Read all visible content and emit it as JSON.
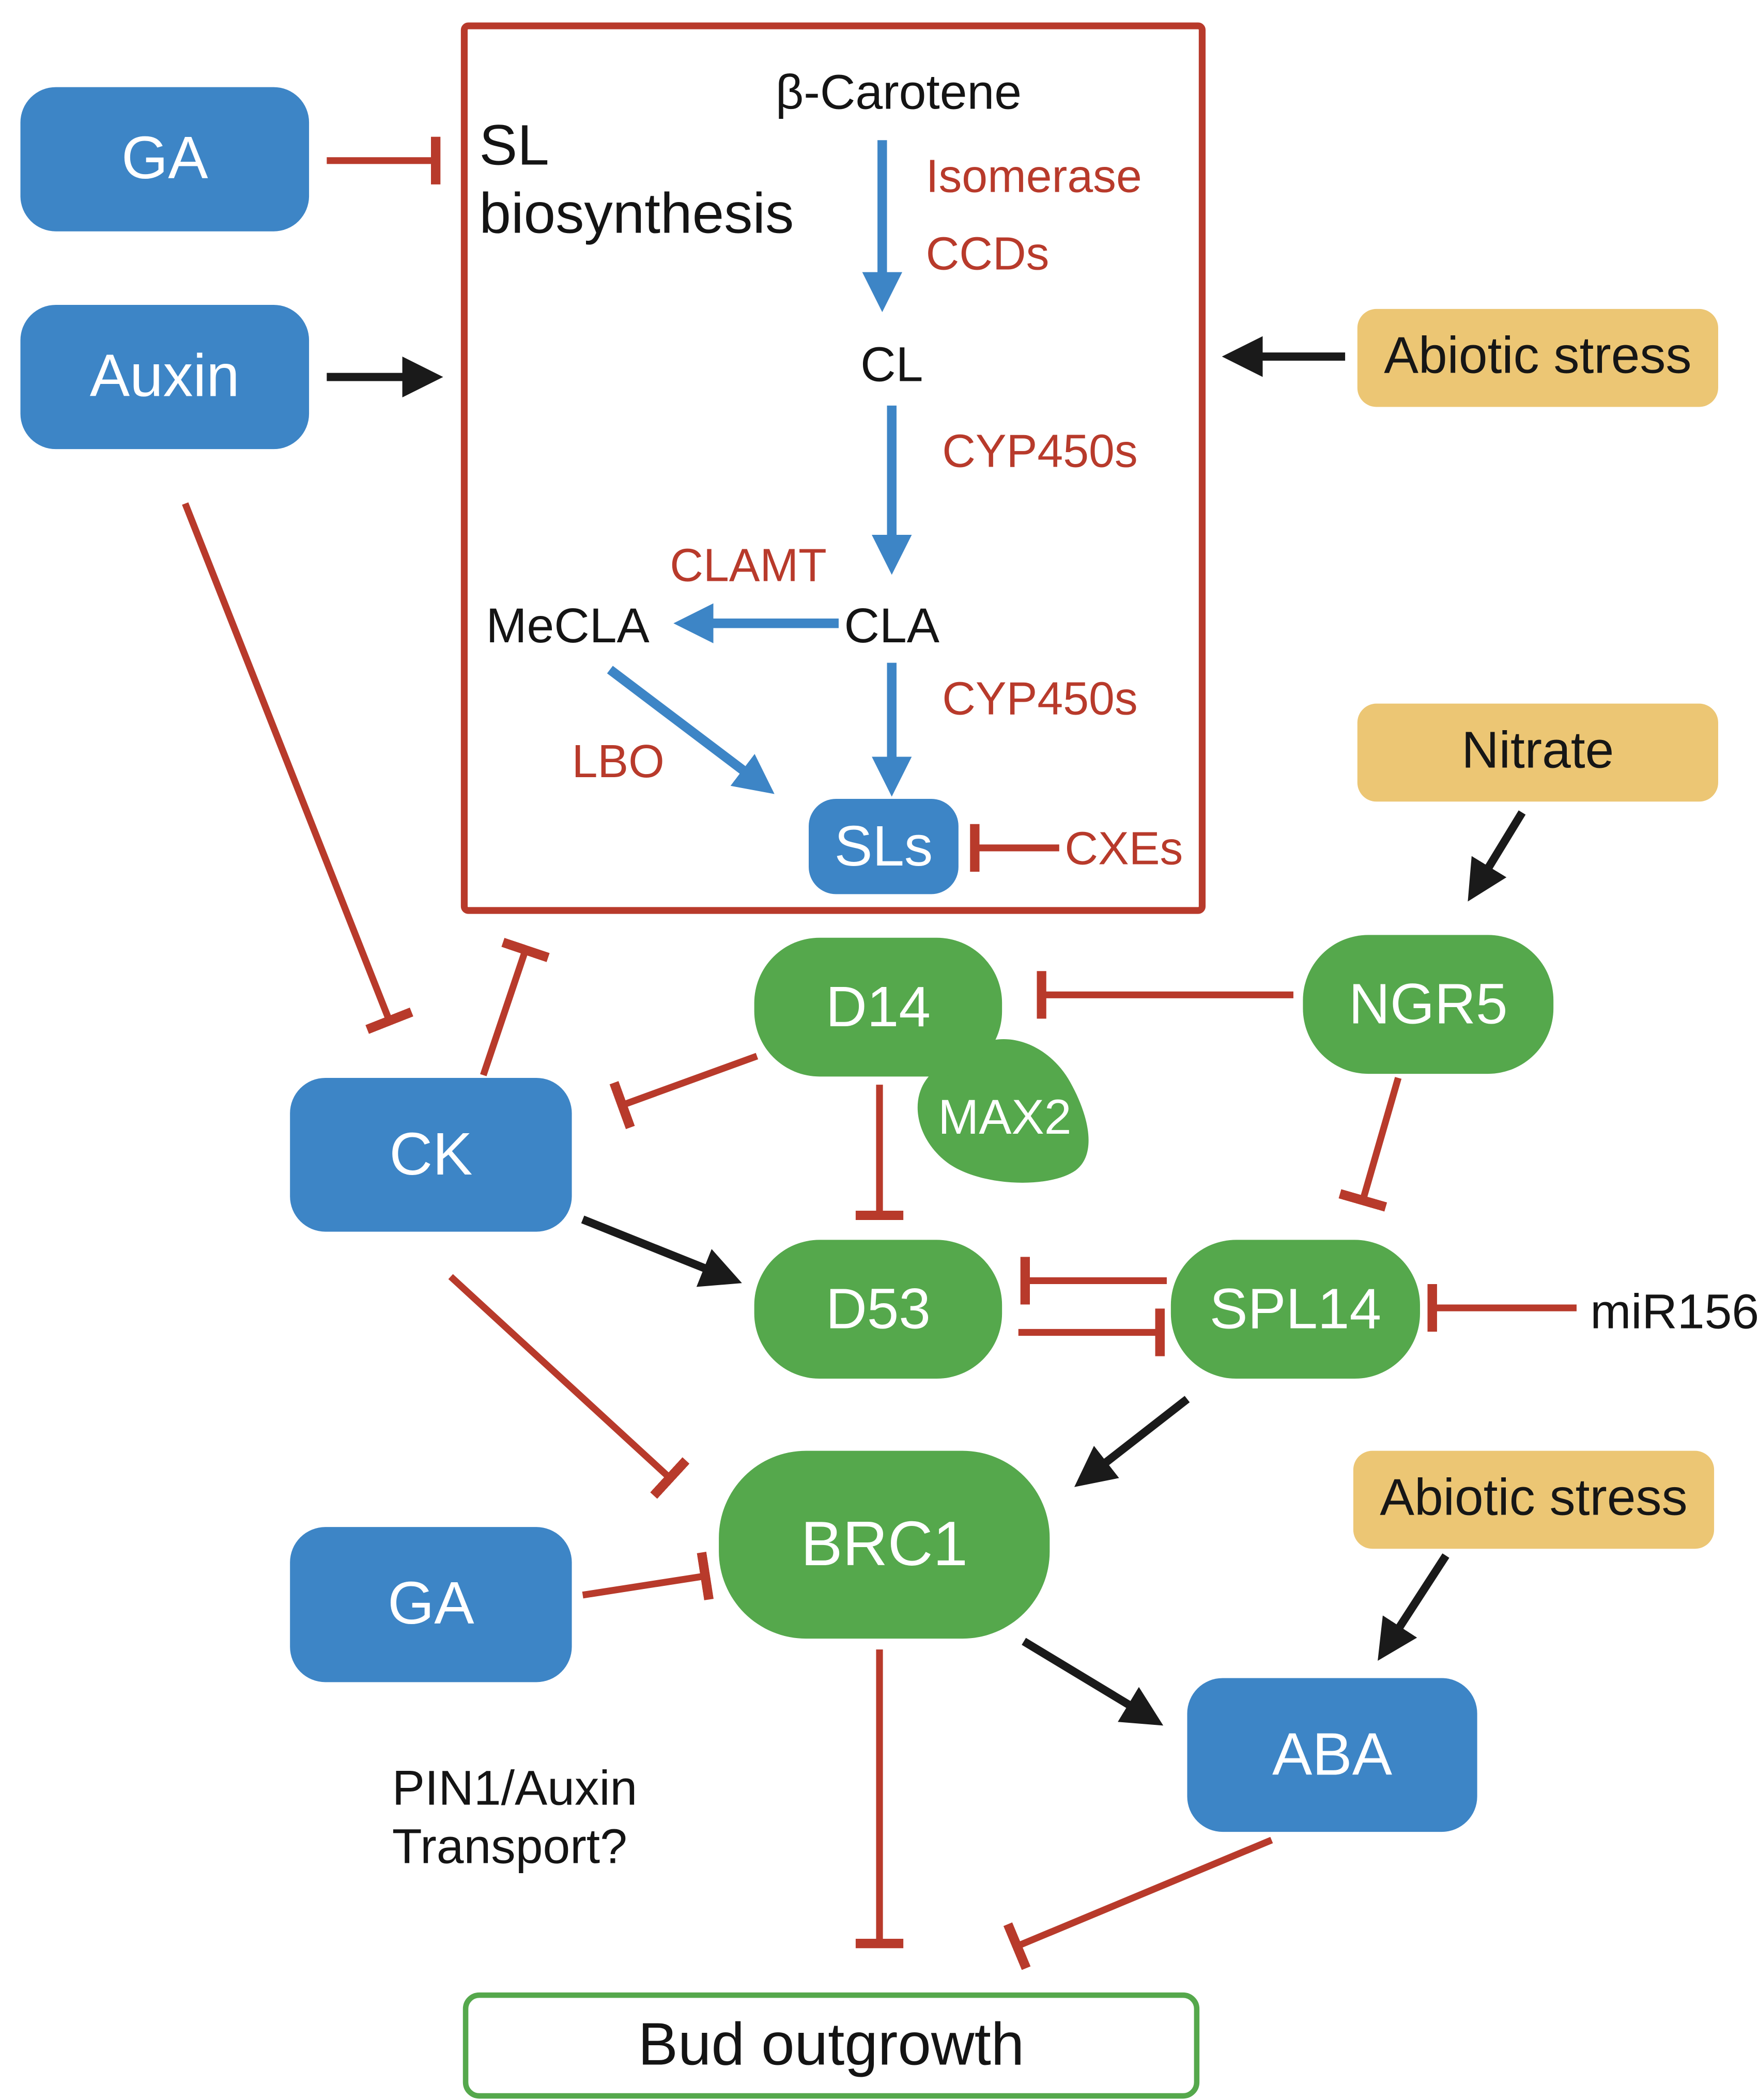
{
  "title": "Regulation of strigolactone biosynthesis, signaling and bud outgrowth",
  "colors": {
    "blue_node": "#3d85c6",
    "green_node": "#55a84c",
    "yellow_node": "#ecc674",
    "red": "#b83a2b",
    "black_line": "#1a1a1a",
    "white_text": "#ffffff"
  },
  "nodes": {
    "ga_top": {
      "label": "GA"
    },
    "auxin": {
      "label": "Auxin"
    },
    "sl_biosynthesis": {
      "label": "SL biosynthesis"
    },
    "beta_carotene": {
      "label": "β-Carotene"
    },
    "isomerase": {
      "label": "Isomerase"
    },
    "ccds": {
      "label": "CCDs"
    },
    "cl": {
      "label": "CL"
    },
    "cyp450s_1": {
      "label": "CYP450s"
    },
    "clamt": {
      "label": "CLAMT"
    },
    "cla": {
      "label": "CLA"
    },
    "mecla": {
      "label": "MeCLA"
    },
    "cyp450s_2": {
      "label": "CYP450s"
    },
    "lbo": {
      "label": "LBO"
    },
    "sls": {
      "label": "SLs"
    },
    "cxes": {
      "label": "CXEs"
    },
    "abiotic_stress_top": {
      "label": "Abiotic stress"
    },
    "nitrate": {
      "label": "Nitrate"
    },
    "ngr5": {
      "label": "NGR5"
    },
    "d14": {
      "label": "D14"
    },
    "max2": {
      "label": "MAX2"
    },
    "ck": {
      "label": "CK"
    },
    "d53": {
      "label": "D53"
    },
    "spl14": {
      "label": "SPL14"
    },
    "mir156": {
      "label": "miR156"
    },
    "brc1": {
      "label": "BRC1"
    },
    "ga_bottom": {
      "label": "GA"
    },
    "abiotic_stress_bottom": {
      "label": "Abiotic stress"
    },
    "aba": {
      "label": "ABA"
    },
    "pin1_text": {
      "label": "PIN1/Auxin Transport?"
    },
    "bud_outgrowth": {
      "label": "Bud outgrowth"
    }
  },
  "edges": [
    {
      "from": "GA",
      "to": "SL biosynthesis",
      "effect": "inhibits"
    },
    {
      "from": "Auxin",
      "to": "SL biosynthesis",
      "effect": "promotes"
    },
    {
      "from": "Abiotic stress",
      "to": "SL biosynthesis",
      "effect": "promotes"
    },
    {
      "from": "β-Carotene",
      "to": "CL",
      "via": "Isomerase, CCDs",
      "effect": "conversion"
    },
    {
      "from": "CL",
      "to": "CLA",
      "via": "CYP450s",
      "effect": "conversion"
    },
    {
      "from": "CLA",
      "to": "MeCLA",
      "via": "CLAMT",
      "effect": "conversion"
    },
    {
      "from": "CLA",
      "to": "SLs",
      "via": "CYP450s",
      "effect": "conversion"
    },
    {
      "from": "MeCLA",
      "to": "SLs",
      "via": "LBO",
      "effect": "conversion"
    },
    {
      "from": "CXEs",
      "to": "SLs",
      "effect": "inhibits"
    },
    {
      "from": "Nitrate",
      "to": "NGR5",
      "effect": "promotes"
    },
    {
      "from": "NGR5",
      "to": "D14",
      "effect": "inhibits"
    },
    {
      "from": "NGR5",
      "to": "SPL14",
      "effect": "inhibits"
    },
    {
      "from": "D14",
      "to": "CK",
      "effect": "inhibits"
    },
    {
      "from": "CK",
      "to": "SL biosynthesis",
      "effect": "inhibits"
    },
    {
      "from": "Auxin",
      "to": "CK",
      "effect": "inhibits"
    },
    {
      "from": "D14",
      "to": "D53",
      "effect": "inhibits"
    },
    {
      "from": "CK",
      "to": "D53",
      "effect": "promotes"
    },
    {
      "from": "SPL14",
      "to": "D53",
      "effect": "inhibits"
    },
    {
      "from": "D53",
      "to": "SPL14",
      "effect": "inhibits"
    },
    {
      "from": "miR156",
      "to": "SPL14",
      "effect": "inhibits"
    },
    {
      "from": "SPL14",
      "to": "BRC1",
      "effect": "promotes"
    },
    {
      "from": "CK",
      "to": "BRC1",
      "effect": "inhibits"
    },
    {
      "from": "GA",
      "to": "BRC1",
      "effect": "inhibits"
    },
    {
      "from": "BRC1",
      "to": "ABA",
      "effect": "promotes"
    },
    {
      "from": "Abiotic stress",
      "to": "ABA",
      "effect": "promotes"
    },
    {
      "from": "BRC1",
      "to": "Bud outgrowth",
      "effect": "inhibits"
    },
    {
      "from": "ABA",
      "to": "Bud outgrowth",
      "effect": "inhibits"
    }
  ]
}
